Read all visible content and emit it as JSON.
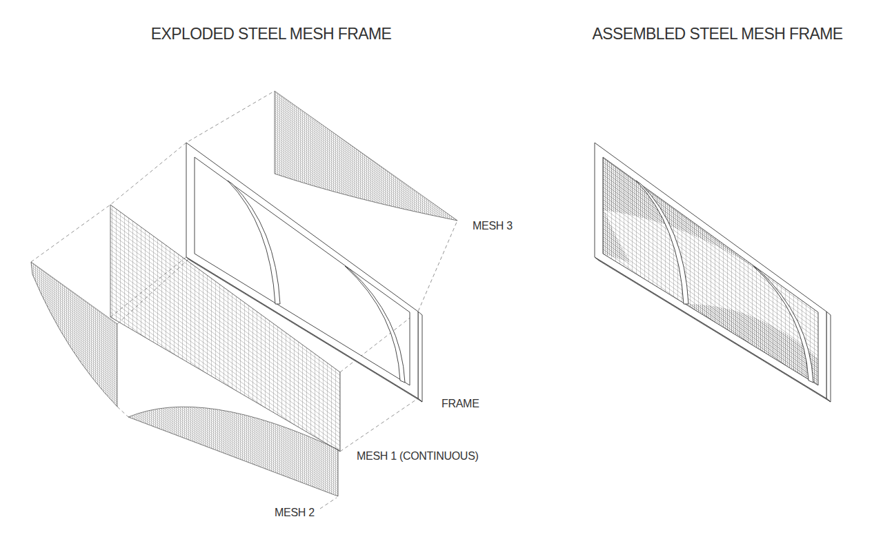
{
  "diagram": {
    "labels": [
      "EXPLODED STEEL MESH FRAME",
      "ASSEMBLED STEEL MESH FRAME",
      "MESH 3",
      "FRAME",
      "MESH 1 (CONTINUOUS)",
      "MESH 2"
    ]
  }
}
